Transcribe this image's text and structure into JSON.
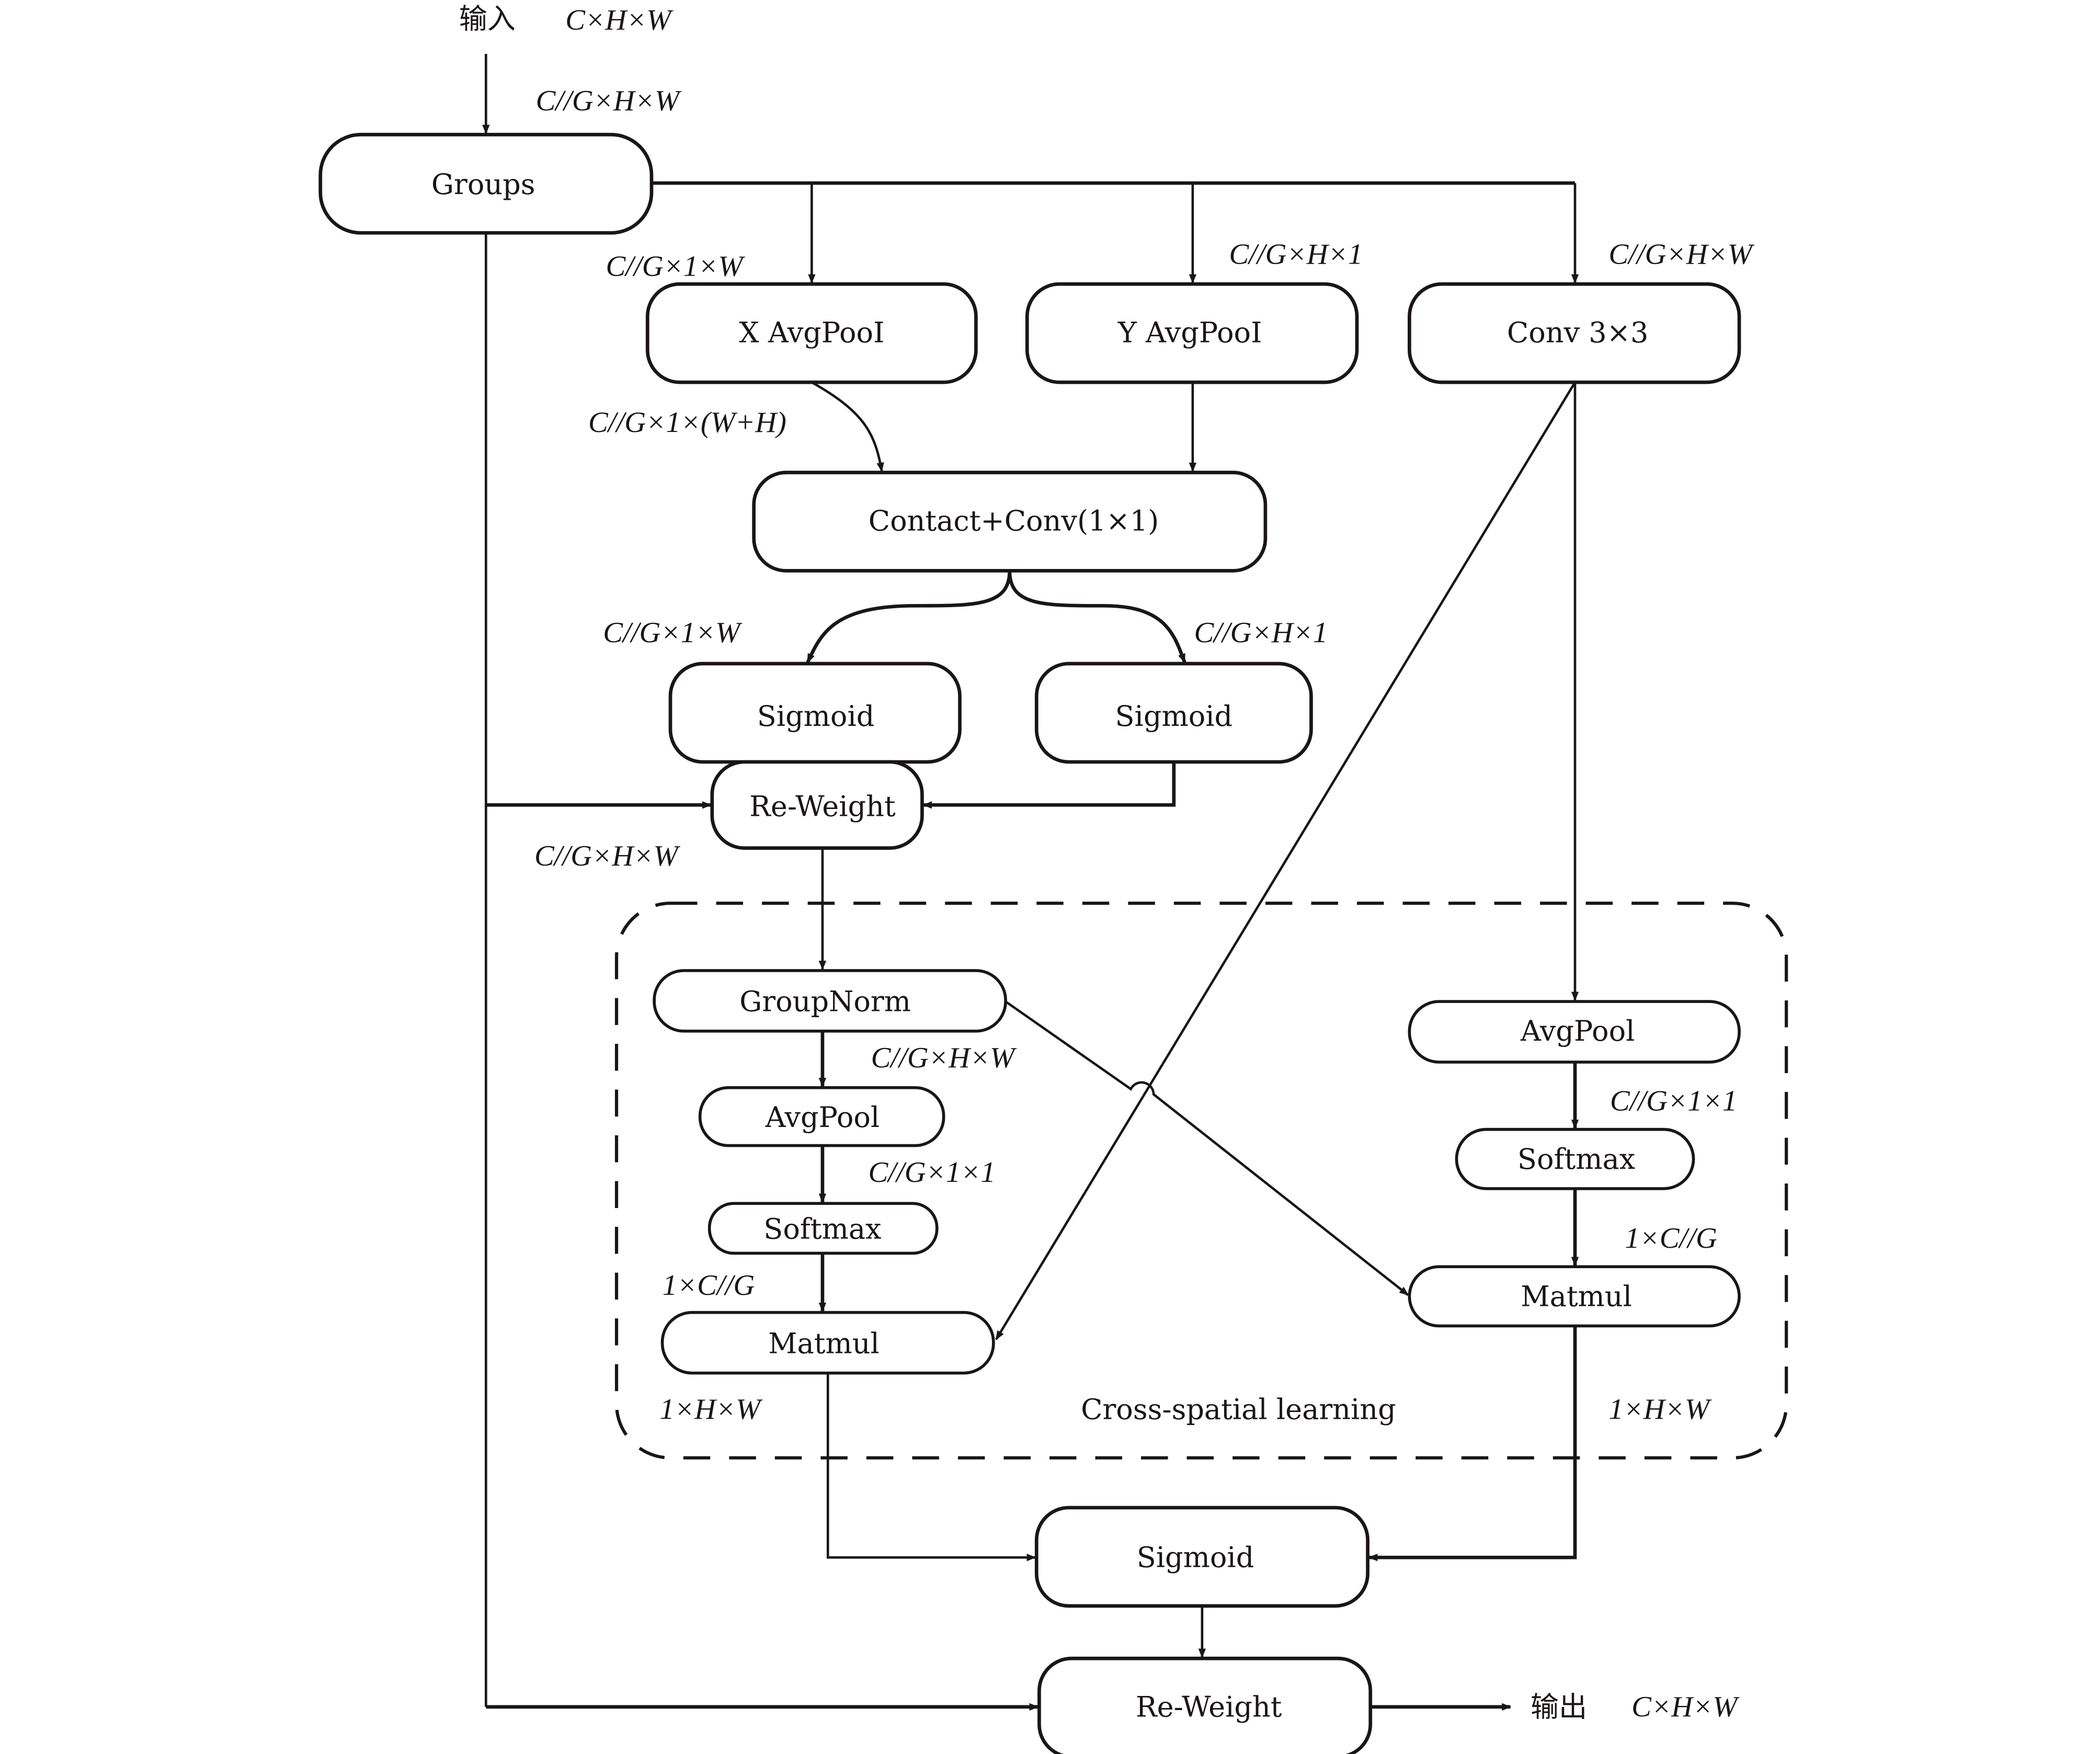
{
  "input": {
    "label": "输入",
    "shape": "C×H×W"
  },
  "output": {
    "label": "输出",
    "shape": "C×H×W"
  },
  "nodes": {
    "groups": "Groups",
    "x_avgpool": "X AvgPooI",
    "y_avgpool": "Y AvgPooI",
    "conv3x3": "Conv 3×3",
    "concat_conv": "Contact+Conv(1×1)",
    "sigmoid_x": "Sigmoid",
    "sigmoid_y": "Sigmoid",
    "reweight_1": "Re-Weight",
    "groupnorm": "GroupNorm",
    "avgpool_left": "AvgPool",
    "softmax_left": "Softmax",
    "matmul_left": "Matmul",
    "avgpool_right": "AvgPool",
    "softmax_right": "Softmax",
    "matmul_right": "Matmul",
    "sigmoid_final": "Sigmoid",
    "reweight_final": "Re-Weight"
  },
  "dims": {
    "groups_in": "C//G×H×W",
    "x_pool": "C//G×1×W",
    "y_pool": "C//G×H×1",
    "conv_in": "C//G×H×W",
    "concat": "C//G×1×(W+H)",
    "split_x": "C//G×1×W",
    "split_y": "C//G×H×1",
    "reweight_out": "C//G×H×W",
    "groupnorm_out": "C//G×H×W",
    "avgpool_left_out": "C//G×1×1",
    "softmax_left_out": "1×C//G",
    "matmul_left_out": "1×H×W",
    "avgpool_right_out": "C//G×1×1",
    "softmax_right_out": "1×C//G",
    "matmul_right_out": "1×H×W"
  },
  "region": {
    "label": "Cross-spatial learning"
  }
}
